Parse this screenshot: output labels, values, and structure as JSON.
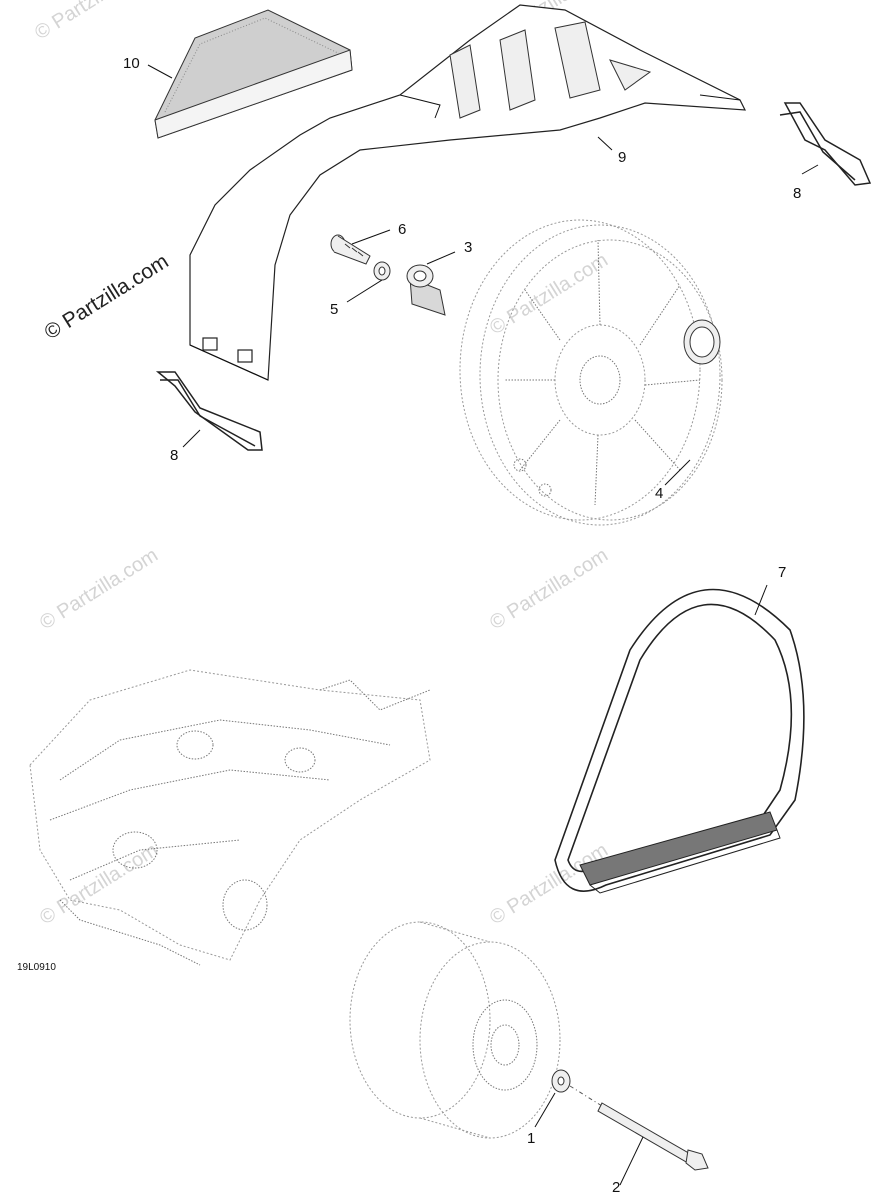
{
  "watermark": {
    "main": "© Partzilla.com",
    "faint": "© Partzilla.com"
  },
  "diagram": {
    "code": "19L0910",
    "callouts": [
      "10",
      "9",
      "8",
      "6",
      "3",
      "5",
      "8",
      "4",
      "7",
      "1",
      "2"
    ]
  }
}
